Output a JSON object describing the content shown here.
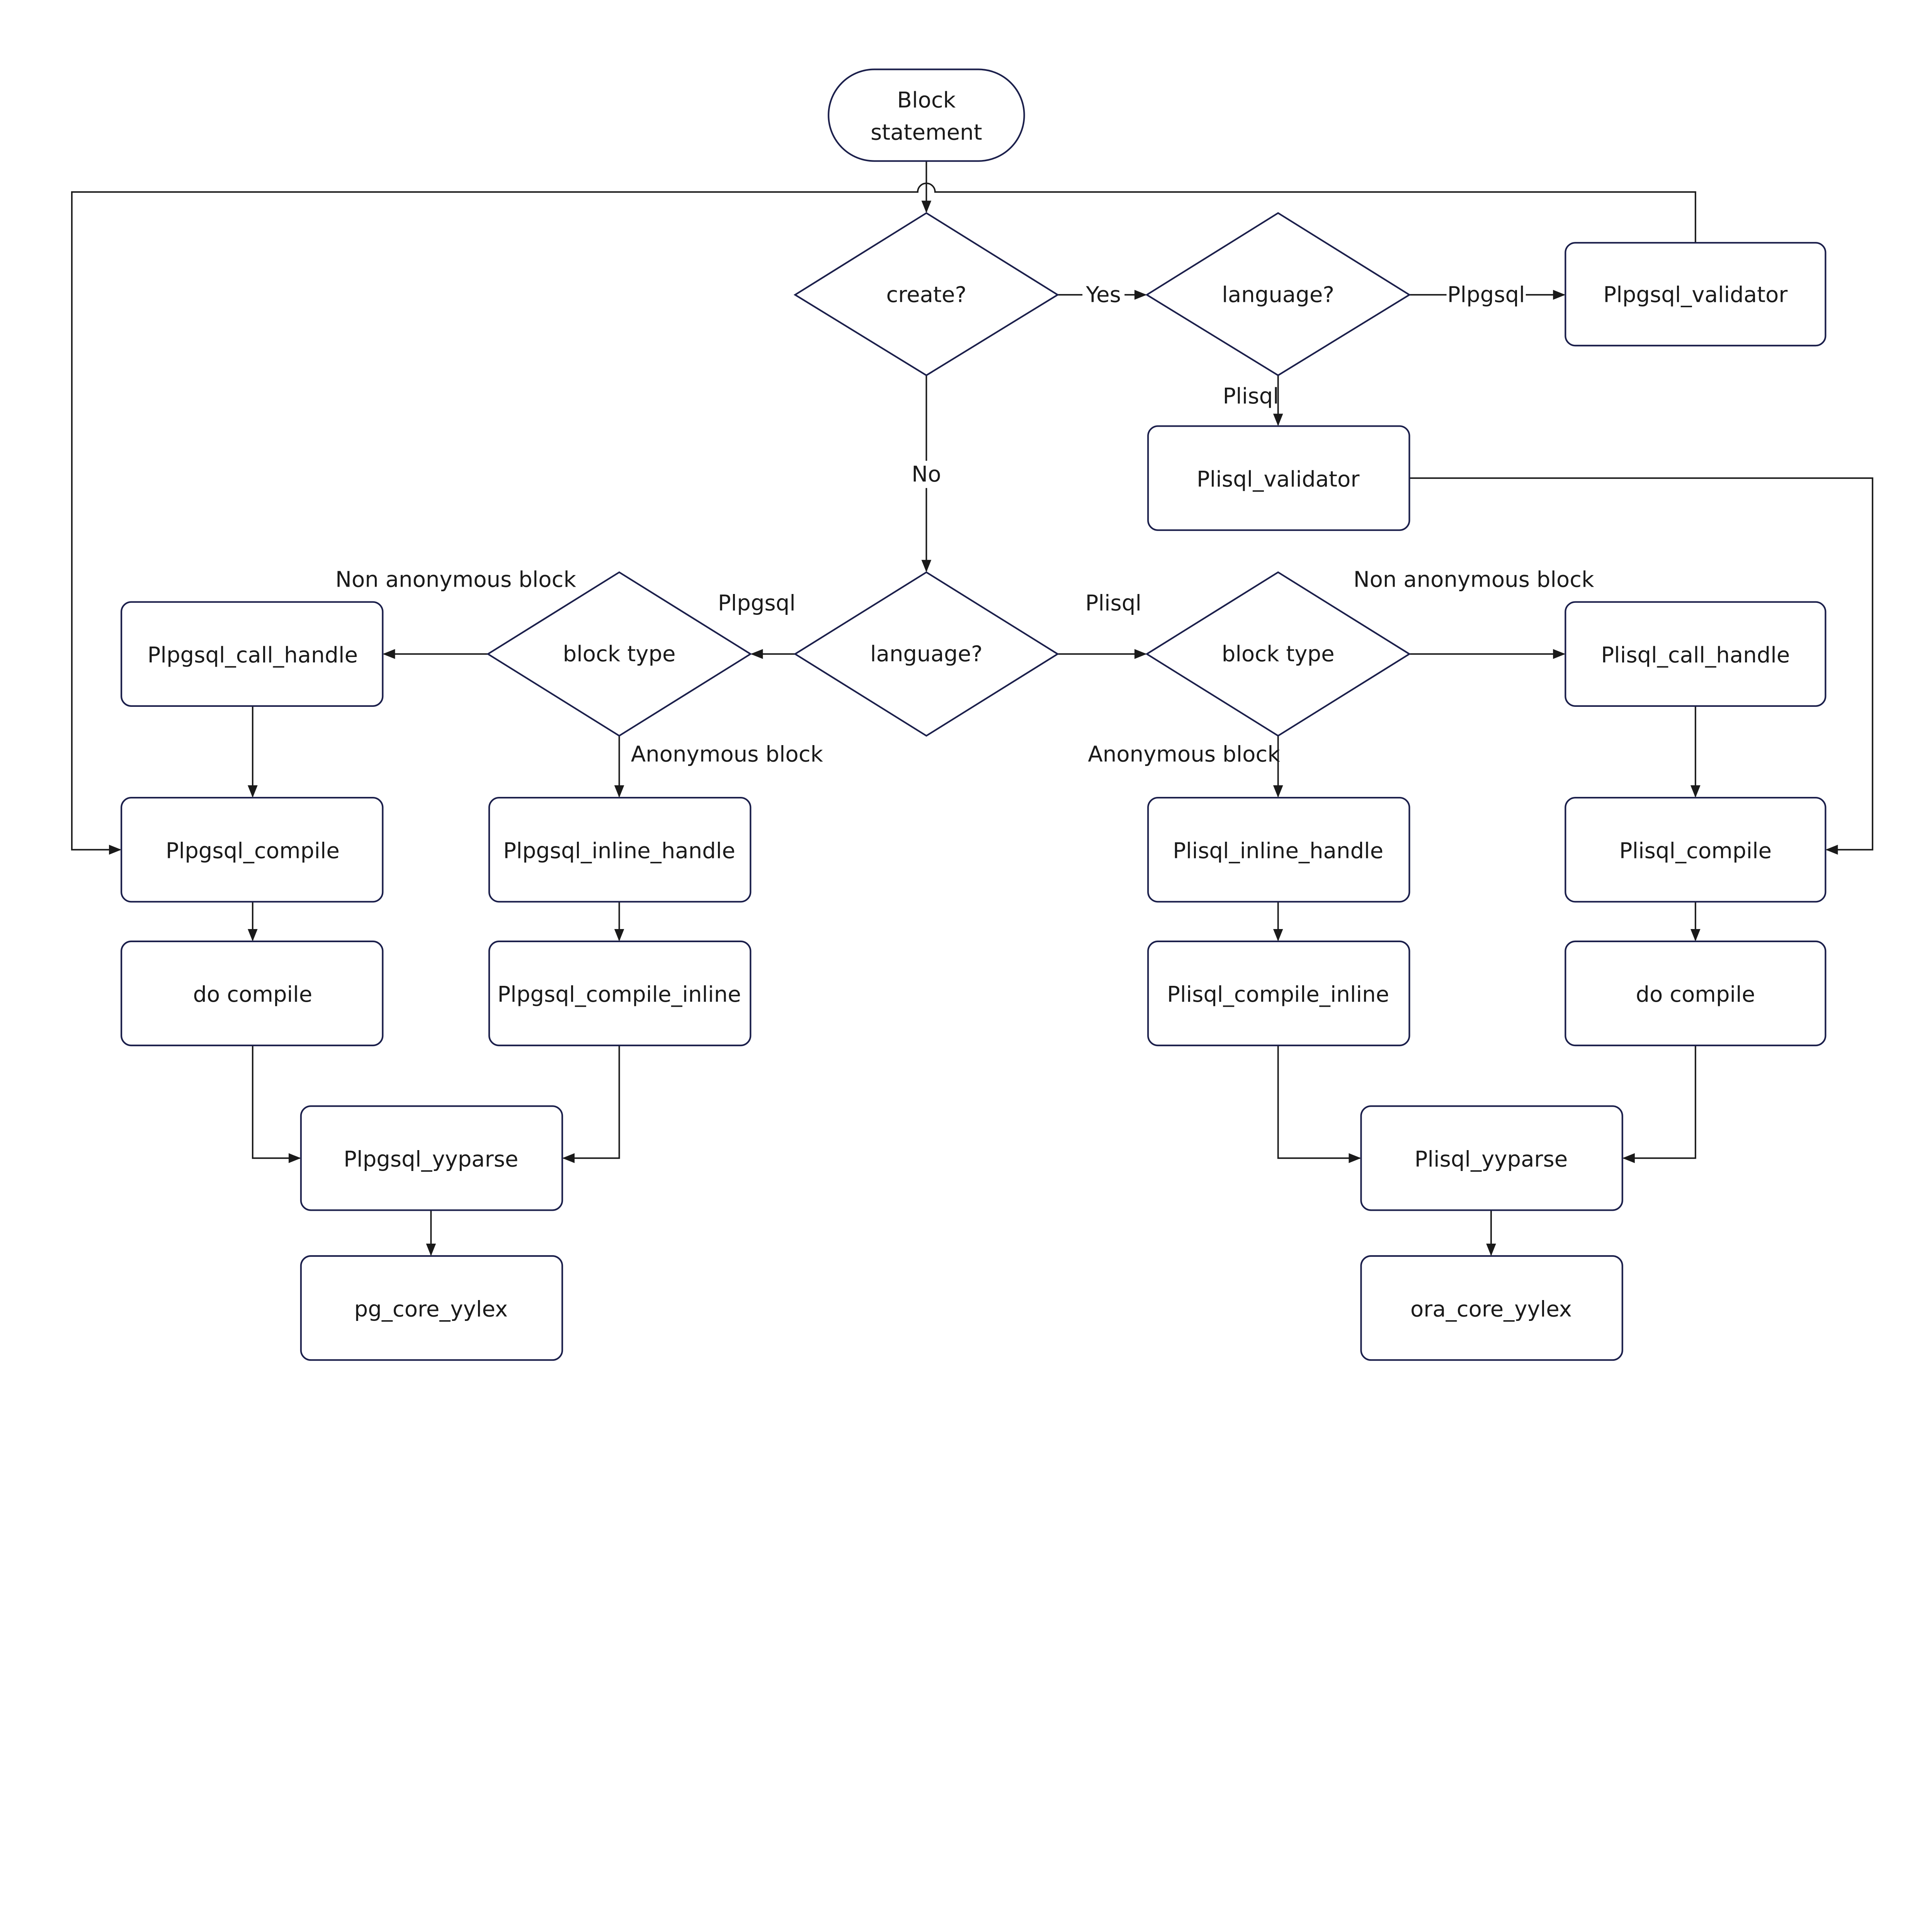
{
  "colors": {
    "shape_stroke": "#1b1f4b",
    "edge": "#1a1a1a",
    "text": "#1a1a1a",
    "background": "#ffffff"
  },
  "nodes": {
    "start": {
      "line1": "Block",
      "line2": "statement"
    },
    "create": "create?",
    "language_top": "language?",
    "plpgsql_validator": "Plpgsql_validator",
    "plisql_validator": "Plisql_validator",
    "language_mid": "language?",
    "block_type_left": "block type",
    "block_type_right": "block type",
    "plpgsql_call_handle": "Plpgsql_call_handle",
    "plisql_call_handle": "Plisql_call_handle",
    "plpgsql_compile": "Plpgsql_compile",
    "plpgsql_inline_handle": "Plpgsql_inline_handle",
    "plisql_inline_handle": "Plisql_inline_handle",
    "plisql_compile": "Plisql_compile",
    "do_compile_left": "do compile",
    "plpgsql_compile_inline": "Plpgsql_compile_inline",
    "plisql_compile_inline": "Plisql_compile_inline",
    "do_compile_right": "do compile",
    "plpgsql_yyparse": "Plpgsql_yyparse",
    "plisql_yyparse": "Plisql_yyparse",
    "pg_core_yylex": "pg_core_yylex",
    "ora_core_yylex": "ora_core_yylex"
  },
  "edge_labels": {
    "yes": "Yes",
    "no": "No",
    "top_plpgsql": "Plpgsql",
    "top_plisql": "Plisql",
    "mid_plpgsql": "Plpgsql",
    "mid_plisql": "Plisql",
    "left_non_anonymous": "Non anonymous block",
    "left_anonymous": "Anonymous block",
    "right_non_anonymous": "Non anonymous block",
    "right_anonymous": "Anonymous block"
  }
}
